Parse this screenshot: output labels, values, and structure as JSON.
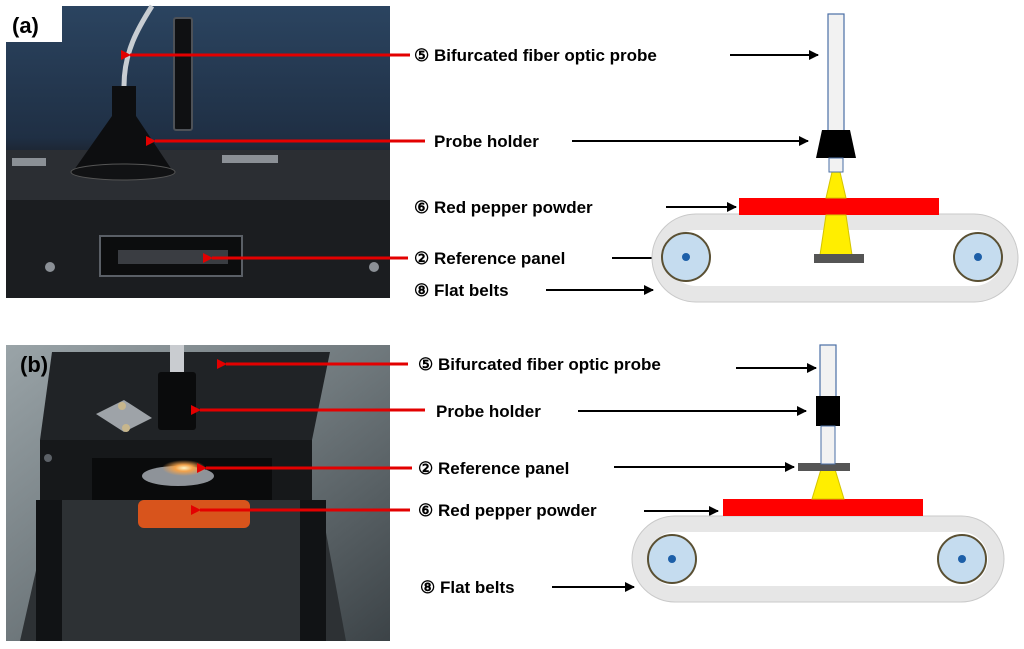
{
  "panels": [
    {
      "id": "a",
      "label": "(a)",
      "labels": {
        "probe": "⑤ Bifurcated fiber optic probe",
        "holder": "Probe holder",
        "powder": "⑥ Red pepper powder",
        "reference": "② Reference panel",
        "belts": "⑧ Flat belts"
      }
    },
    {
      "id": "b",
      "label": "(b)",
      "labels": {
        "probe": "⑤ Bifurcated fiber optic probe",
        "holder": "Probe holder",
        "reference": "② Reference panel",
        "powder": "⑥ Red pepper powder",
        "belts": "⑧ Flat belts"
      }
    }
  ],
  "colors": {
    "red_arrow": "#e30000",
    "powder": "#ff0000",
    "belt": "#e6e6e6",
    "pulley": "#c5dcef",
    "light_beam": "#ffee00",
    "probe_holder": "#000000",
    "ref_panel": "#555555"
  }
}
